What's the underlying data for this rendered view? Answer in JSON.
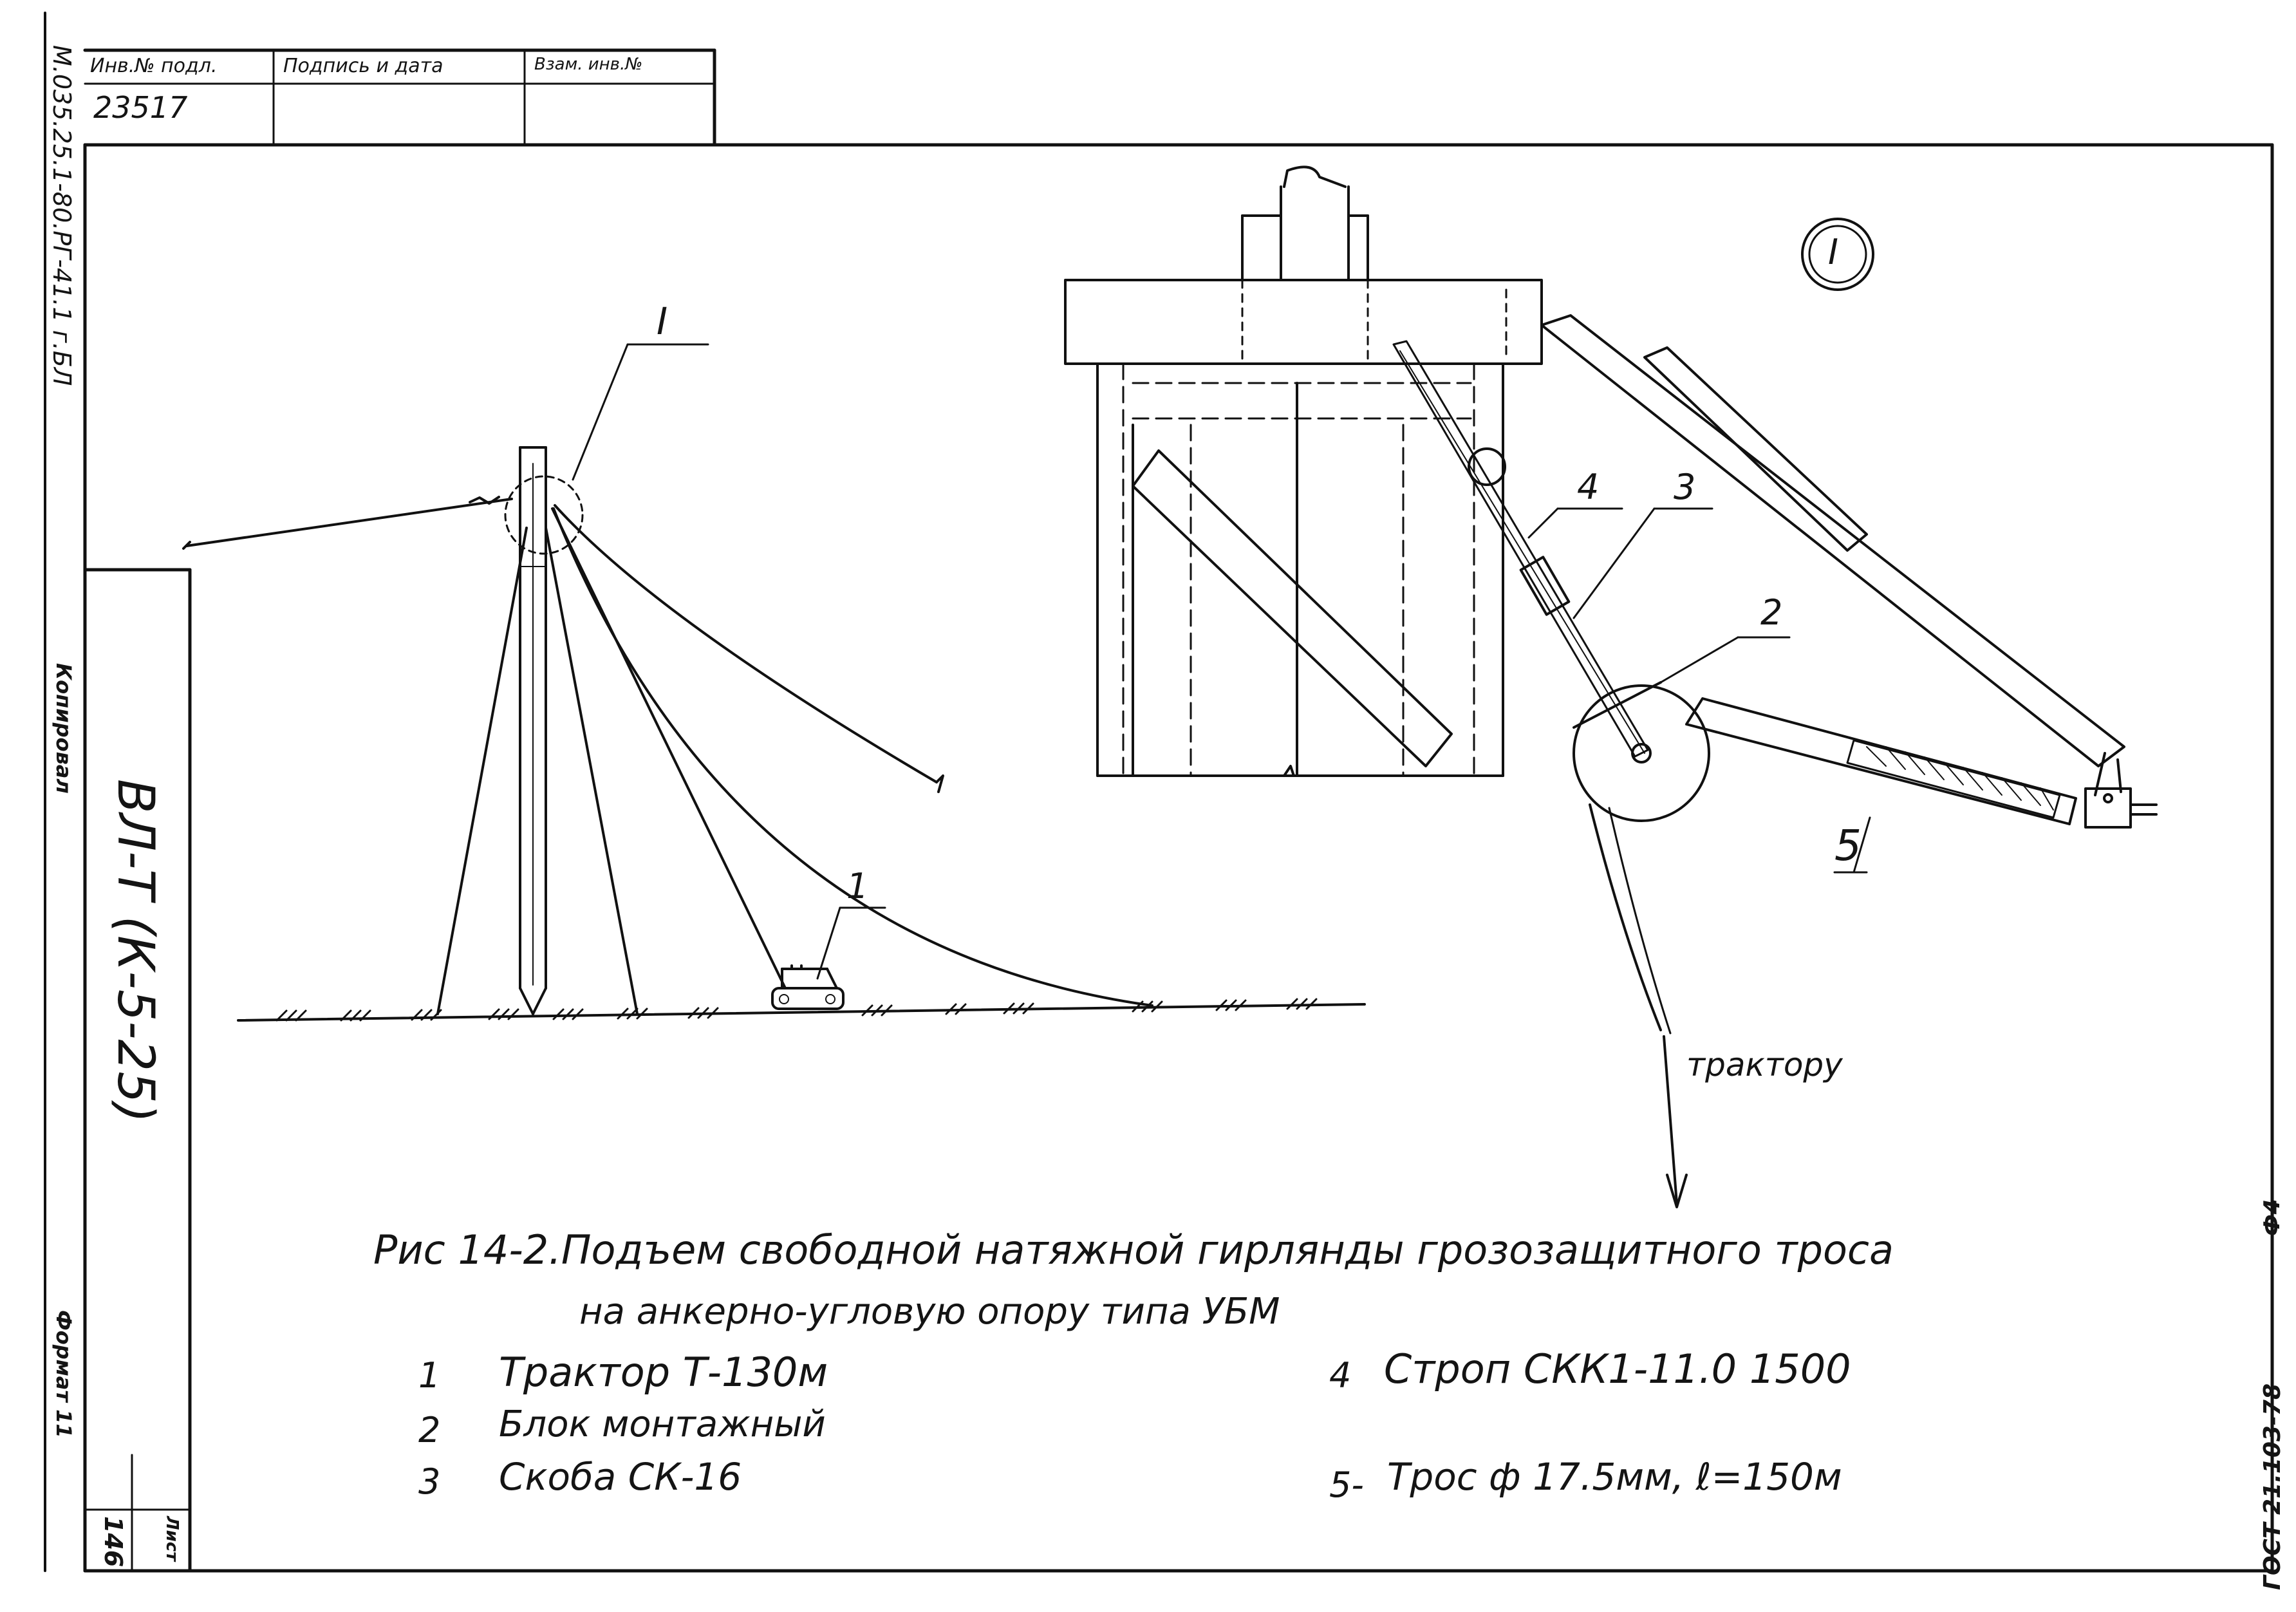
{
  "stamp": {
    "h1": "Инв.№ подл.",
    "h2": "Подпись и дата",
    "h3": "Взам. инв.№",
    "inv_number": "23517"
  },
  "left_margin": {
    "code": "М.035.25.1-80.РГ-41.1 г.БЛ",
    "copied": "Копировал",
    "format": "Формат 11",
    "project": "ВЛ-Т (К-5-25)",
    "sheet_label": "Лист",
    "sheet_number": "146"
  },
  "right_margin": {
    "code": "ГОСТ 21.103-78",
    "format": "Ф4"
  },
  "figure": {
    "caption_line1": "Рис 14-2.Подъем свободной натяжной гирлянды грозозащитного троса",
    "caption_line2": "на анкерно-угловую опору типа УБМ",
    "callout_I_left": "I",
    "detail_mark": "I",
    "to_tractor": "трактору",
    "callouts": [
      "1",
      "2",
      "3",
      "4",
      "5"
    ]
  },
  "legend": [
    {
      "num": "1",
      "text": "Трактор Т-130м"
    },
    {
      "num": "2",
      "text": "Блок монтажный"
    },
    {
      "num": "3",
      "text": "Скоба СК-16"
    },
    {
      "num": "4",
      "text": "Строп СКК1-11.0 1500"
    },
    {
      "num": "5-",
      "text": "Трос ф 17.5мм, ℓ=150м"
    }
  ]
}
